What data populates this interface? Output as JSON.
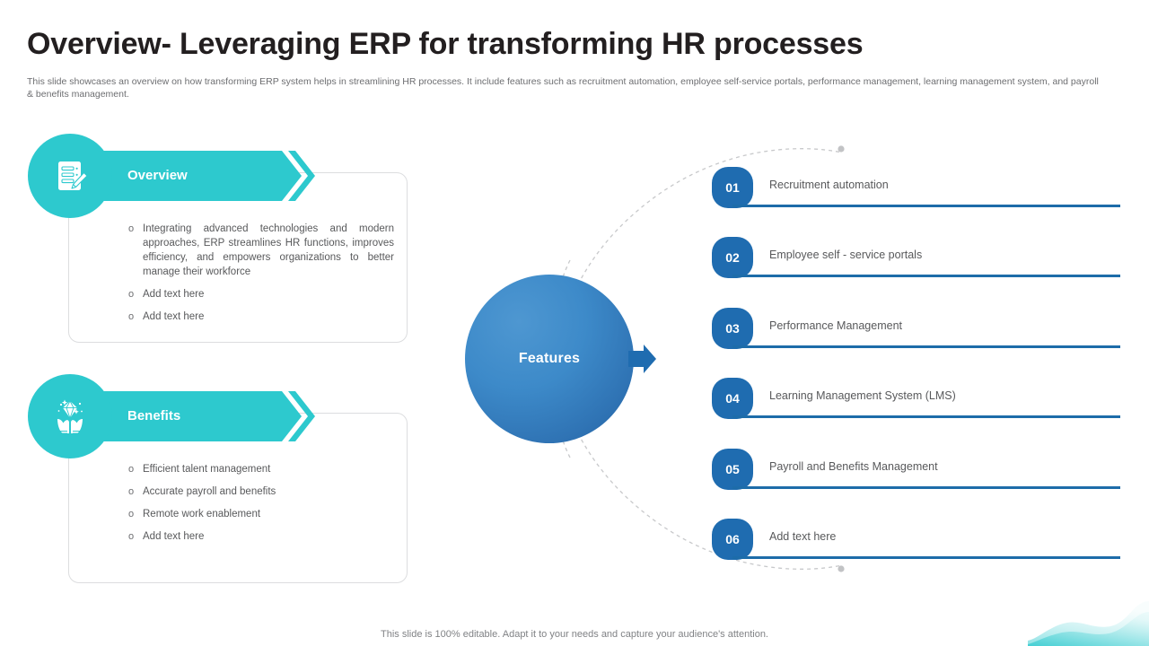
{
  "header": {
    "title": "Overview- Leveraging ERP for transforming HR processes",
    "subtitle": "This slide showcases an overview on how transforming ERP system helps in streamlining HR processes. It include features such as recruitment automation, employee self-service portals, performance management, learning management system, and payroll & benefits management."
  },
  "colors": {
    "teal": "#2DC9CE",
    "blue": "#1F6CB0",
    "rule_blue": "#1D6CA9",
    "title_text": "#231F20",
    "body_text": "#58595B"
  },
  "left_panels": [
    {
      "id": "overview",
      "heading": "Overview",
      "icon": "document-checklist-pencil-icon",
      "bullet_mark": "o",
      "bullets": [
        "Integrating advanced technologies and modern approaches, ERP streamlines HR functions, improves efficiency, and empowers organizations to better manage their workforce",
        "Add text here",
        "Add text here"
      ]
    },
    {
      "id": "benefits",
      "heading": "Benefits",
      "icon": "diamond-in-hands-icon",
      "bullet_mark": "o",
      "bullets": [
        "Efficient talent management",
        "Accurate payroll and benefits",
        "Remote work enablement",
        "Add text here"
      ]
    }
  ],
  "center": {
    "label": "Features",
    "arrow_icon": "arrow-right-icon",
    "arc_icon": "dashed-arc-connector"
  },
  "features": [
    {
      "number": "01",
      "label": "Recruitment automation"
    },
    {
      "number": "02",
      "label": "Employee self - service portals"
    },
    {
      "number": "03",
      "label": "Performance  Management"
    },
    {
      "number": "04",
      "label": "Learning Management System (LMS)"
    },
    {
      "number": "05",
      "label": "Payroll and Benefits Management"
    },
    {
      "number": "06",
      "label": "Add text here"
    }
  ],
  "footer": {
    "note": "This slide is 100% editable. Adapt it to your needs and capture your audience's attention."
  }
}
